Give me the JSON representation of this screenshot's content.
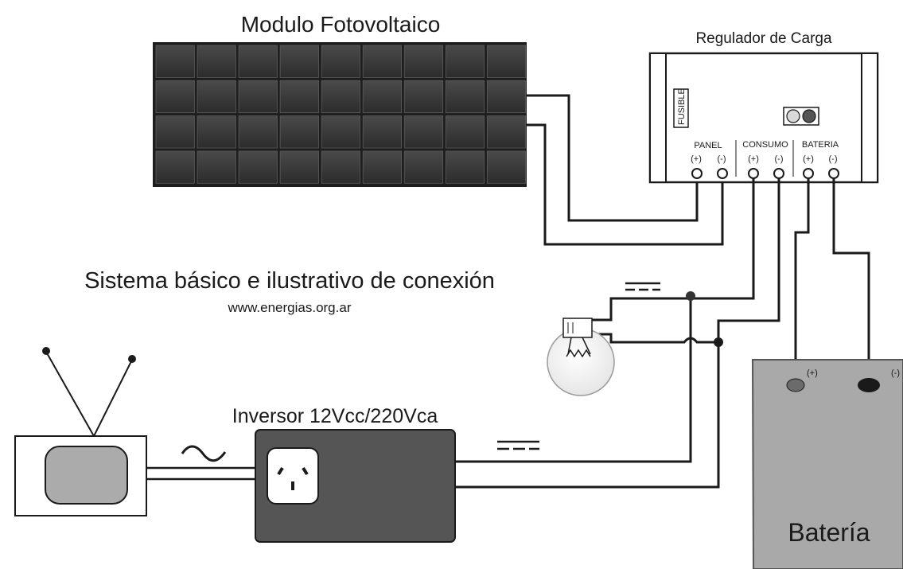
{
  "title_panel": "Modulo Fotovoltaico",
  "title_regulator": "Regulador de Carga",
  "system_caption": "Sistema básico e ilustrativo de conexión",
  "website": "www.energias.org.ar",
  "inverter_label": "Inversor 12Vcc/220Vca",
  "battery_label": "Batería",
  "regulator": {
    "fuse": "FUSIBLE",
    "groups": [
      "PANEL",
      "CONSUMO",
      "BATERIA"
    ],
    "terminal_labels": [
      "(+)",
      "(-)",
      "(+)",
      "(-)",
      "(+)",
      "(-)"
    ]
  },
  "battery_terminals": {
    "pos": "(+)",
    "neg": "(-)"
  },
  "colors": {
    "panel_cell": "#3c3c3c",
    "panel_frame": "#1e1e1e",
    "inverter": "#555555",
    "battery": "#a9a9a9",
    "led_left": "#d9d9d9",
    "led_right": "#555555",
    "wire": "#1a1a1a"
  }
}
